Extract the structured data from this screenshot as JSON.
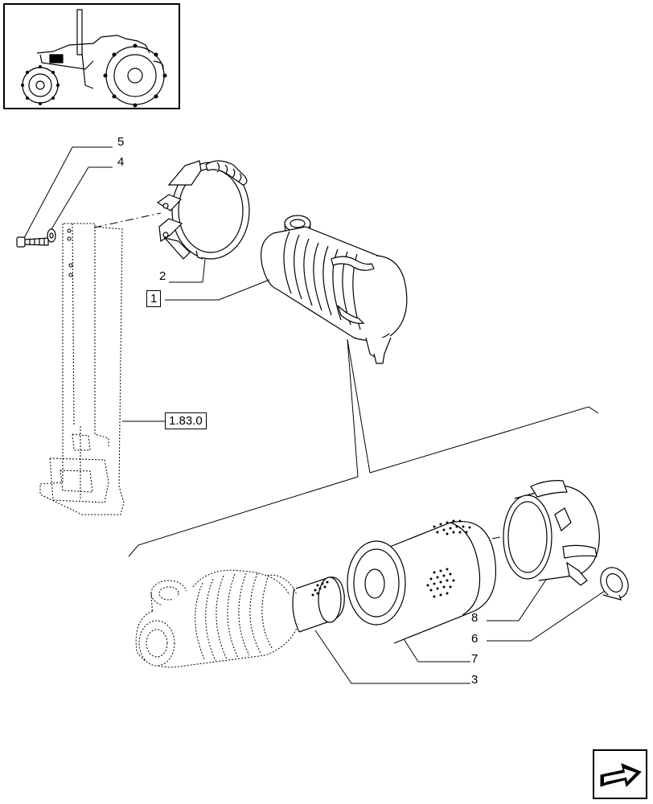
{
  "callouts": {
    "c5": "5",
    "c4": "4",
    "c2": "2",
    "c1": "1",
    "ref": "1.83.0",
    "c8": "8",
    "c6": "6",
    "c7": "7",
    "c3": "3"
  },
  "icons": {
    "thumbnail": "tractor-thumbnail-icon",
    "navigation": "next-page-arrow-icon"
  },
  "colors": {
    "line": "#000000",
    "background": "#ffffff"
  }
}
